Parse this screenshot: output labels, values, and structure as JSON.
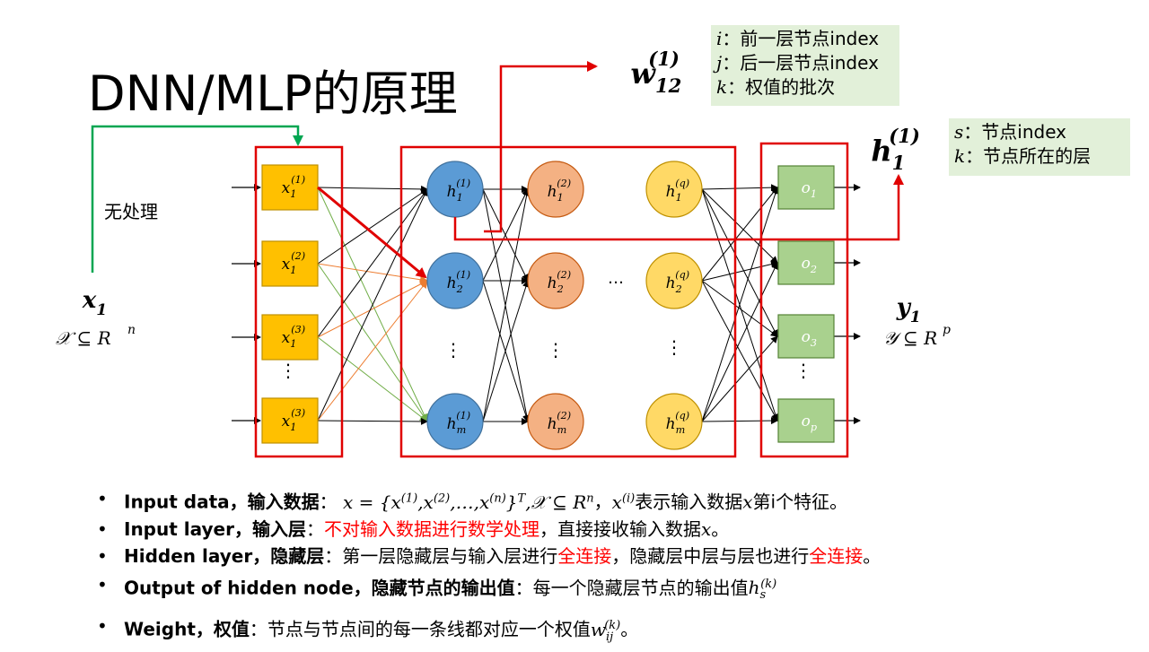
{
  "title": "DNN/MLP的原理",
  "no_process_label": "无处理",
  "input": {
    "symbol": "x",
    "sub": "1",
    "space": "𝒳 ⊆ R",
    "space_sup": "n",
    "nodes": [
      {
        "base": "x",
        "sub": "1",
        "sup": "(1)"
      },
      {
        "base": "x",
        "sub": "1",
        "sup": "(2)"
      },
      {
        "base": "x",
        "sub": "1",
        "sup": "(3)"
      },
      {
        "base": "x",
        "sub": "1",
        "sup": "(3)"
      }
    ]
  },
  "hidden": {
    "columns": [
      {
        "nodes": [
          {
            "base": "h",
            "sub": "1",
            "sup": "(1)"
          },
          {
            "base": "h",
            "sub": "2",
            "sup": "(1)"
          },
          {
            "base": "h",
            "sub": "m",
            "sup": "(1)"
          }
        ]
      },
      {
        "nodes": [
          {
            "base": "h",
            "sub": "1",
            "sup": "(2)"
          },
          {
            "base": "h",
            "sub": "2",
            "sup": "(2)"
          },
          {
            "base": "h",
            "sub": "m",
            "sup": "(2)"
          }
        ]
      },
      {
        "nodes": [
          {
            "base": "h",
            "sub": "1",
            "sup": "(q)"
          },
          {
            "base": "h",
            "sub": "2",
            "sup": "(q)"
          },
          {
            "base": "h",
            "sub": "m",
            "sup": "(q)"
          }
        ]
      }
    ]
  },
  "output": {
    "symbol": "y",
    "sub": "1",
    "space": "𝒴 ⊆ R",
    "space_sup": "p",
    "nodes": [
      {
        "base": "o",
        "sub": "1"
      },
      {
        "base": "o",
        "sub": "2"
      },
      {
        "base": "o",
        "sub": "3"
      },
      {
        "base": "o",
        "sub": "p"
      }
    ]
  },
  "dots": {
    "vertical": "⋮",
    "horizontal": "…"
  },
  "weight_label": {
    "base": "w",
    "sub": "12",
    "sup": "(1)"
  },
  "node_label": {
    "base": "h",
    "sub": "1",
    "sup": "(1)"
  },
  "weight_note": [
    {
      "var": "i",
      "sep": "：",
      "text": "前一层节点index"
    },
    {
      "var": "j",
      "sep": "：",
      "text": "后一层节点index"
    },
    {
      "var": "k",
      "sep": "：",
      "text": "权值的批次"
    }
  ],
  "node_note": [
    {
      "var": "s",
      "sep": "：",
      "text": "节点index"
    },
    {
      "var": "k",
      "sep": "：",
      "text": "节点所在的层"
    }
  ],
  "bullets": {
    "b1": {
      "head": "Input data，输入数据",
      "sep": "：",
      "formula": "x = {x",
      "f_sup1": "(1)",
      "f_mid1": ",x",
      "f_sup2": "(2)",
      "f_mid2": ",…,x",
      "f_sup3": "(n)",
      "f_end": "}",
      "f_sup4": "T",
      "f_space": ",𝒳 ⊆ R",
      "f_sup5": "n",
      "comma": "，",
      "xi": "x",
      "xi_sup": "(i)",
      "tail1": "表示输入数据",
      "xvar": "x",
      "tail2": "第i个特征。"
    },
    "b2": {
      "head": "Input layer，输入层",
      "sep": "：",
      "red": "不对输入数据进行数学处理",
      "tail": "，直接接收输入数据",
      "xvar": "x",
      "end": "。"
    },
    "b3": {
      "head": "Hidden layer，隐藏层",
      "sep": "：",
      "t1": "第一层隐藏层与输入层进行",
      "red1": "全连接",
      "t2": "，隐藏层中层与层也进行",
      "red2": "全连接",
      "t3": "。"
    },
    "b4": {
      "head": "Output of hidden node，隐藏节点的输出值",
      "sep": "：",
      "text": "每一个隐藏层节点的输出值",
      "var": "h",
      "var_sub": "s",
      "var_sup": "(k)"
    },
    "b5": {
      "head": "Weight，权值",
      "sep": "：",
      "text": "节点与节点间的每一条线都对应一个权值",
      "var": "w",
      "var_sub": "ij",
      "var_sup": "(k)",
      "end": "。"
    }
  },
  "colors": {
    "input_fill": "#ffc000",
    "input_stroke": "#bf9000",
    "h1_fill": "#5b9bd5",
    "h1_stroke": "#41719c",
    "h2_fill": "#f4b183",
    "h2_stroke": "#c55a11",
    "hq_fill": "#ffd966",
    "hq_stroke": "#bf9000",
    "out_fill": "#a9d18e",
    "out_stroke": "#548235",
    "red": "#e00000",
    "green": "#00a651",
    "orange_line": "#ed7d31",
    "green_line": "#70ad47"
  }
}
